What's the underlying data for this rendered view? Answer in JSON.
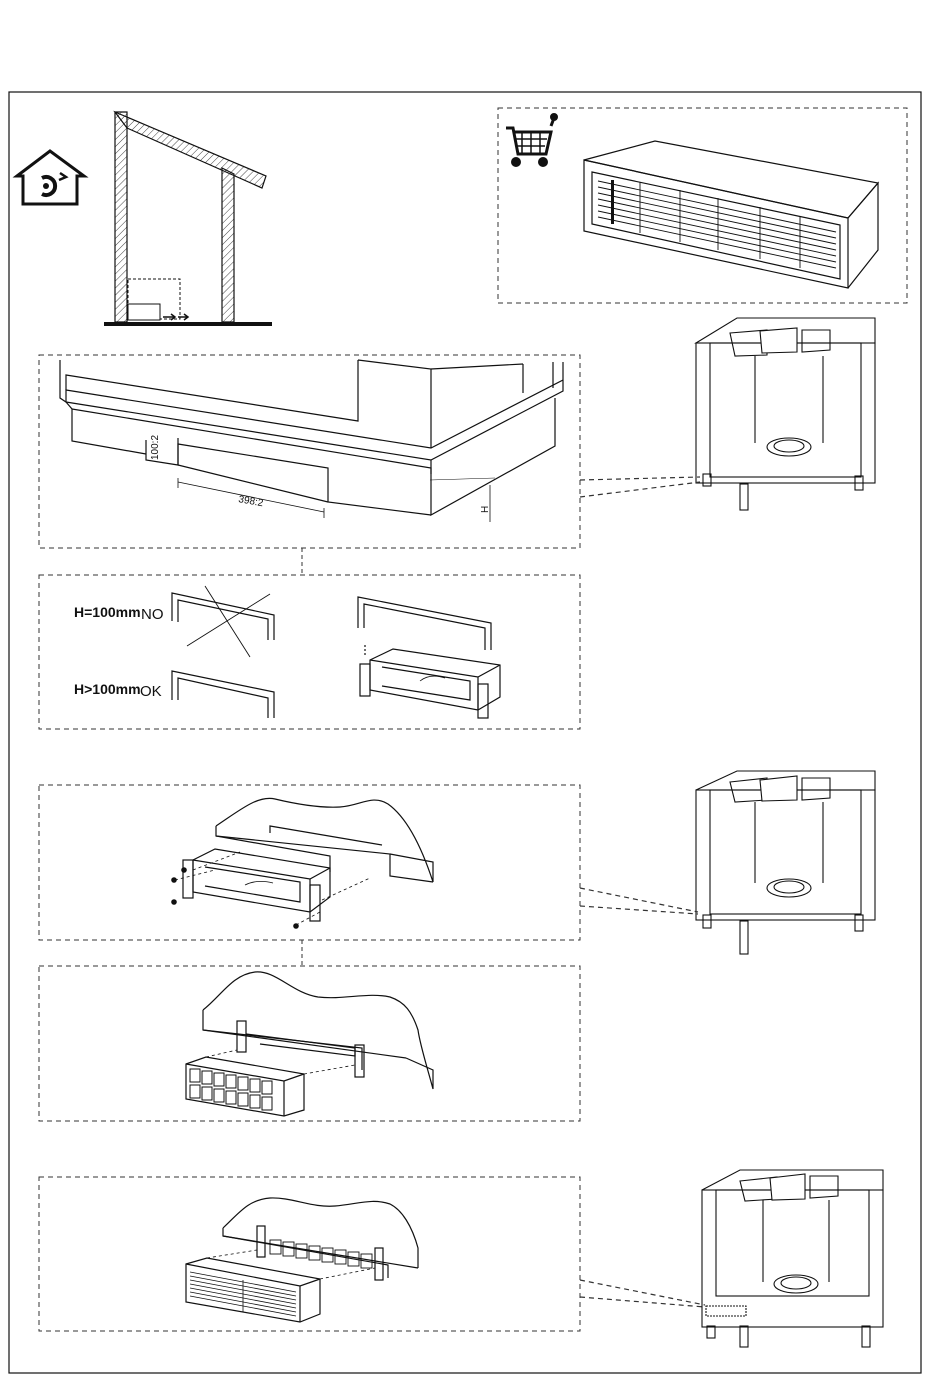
{
  "panel_cut": {
    "height_label": "100:2",
    "width_label": "398:2",
    "depth_label": "H"
  },
  "plinth_check": {
    "rule_no_condition": "H=100mm",
    "rule_no_verdict": "NO",
    "rule_ok_condition": "H>100mm",
    "rule_ok_verdict": "OK"
  },
  "icons": {
    "recirculation": "house-recirculation-icon",
    "cart": "shopping-cart-icon"
  },
  "colors": {
    "line": "#111111",
    "dashed_frame": "#333333",
    "background": "#ffffff"
  }
}
